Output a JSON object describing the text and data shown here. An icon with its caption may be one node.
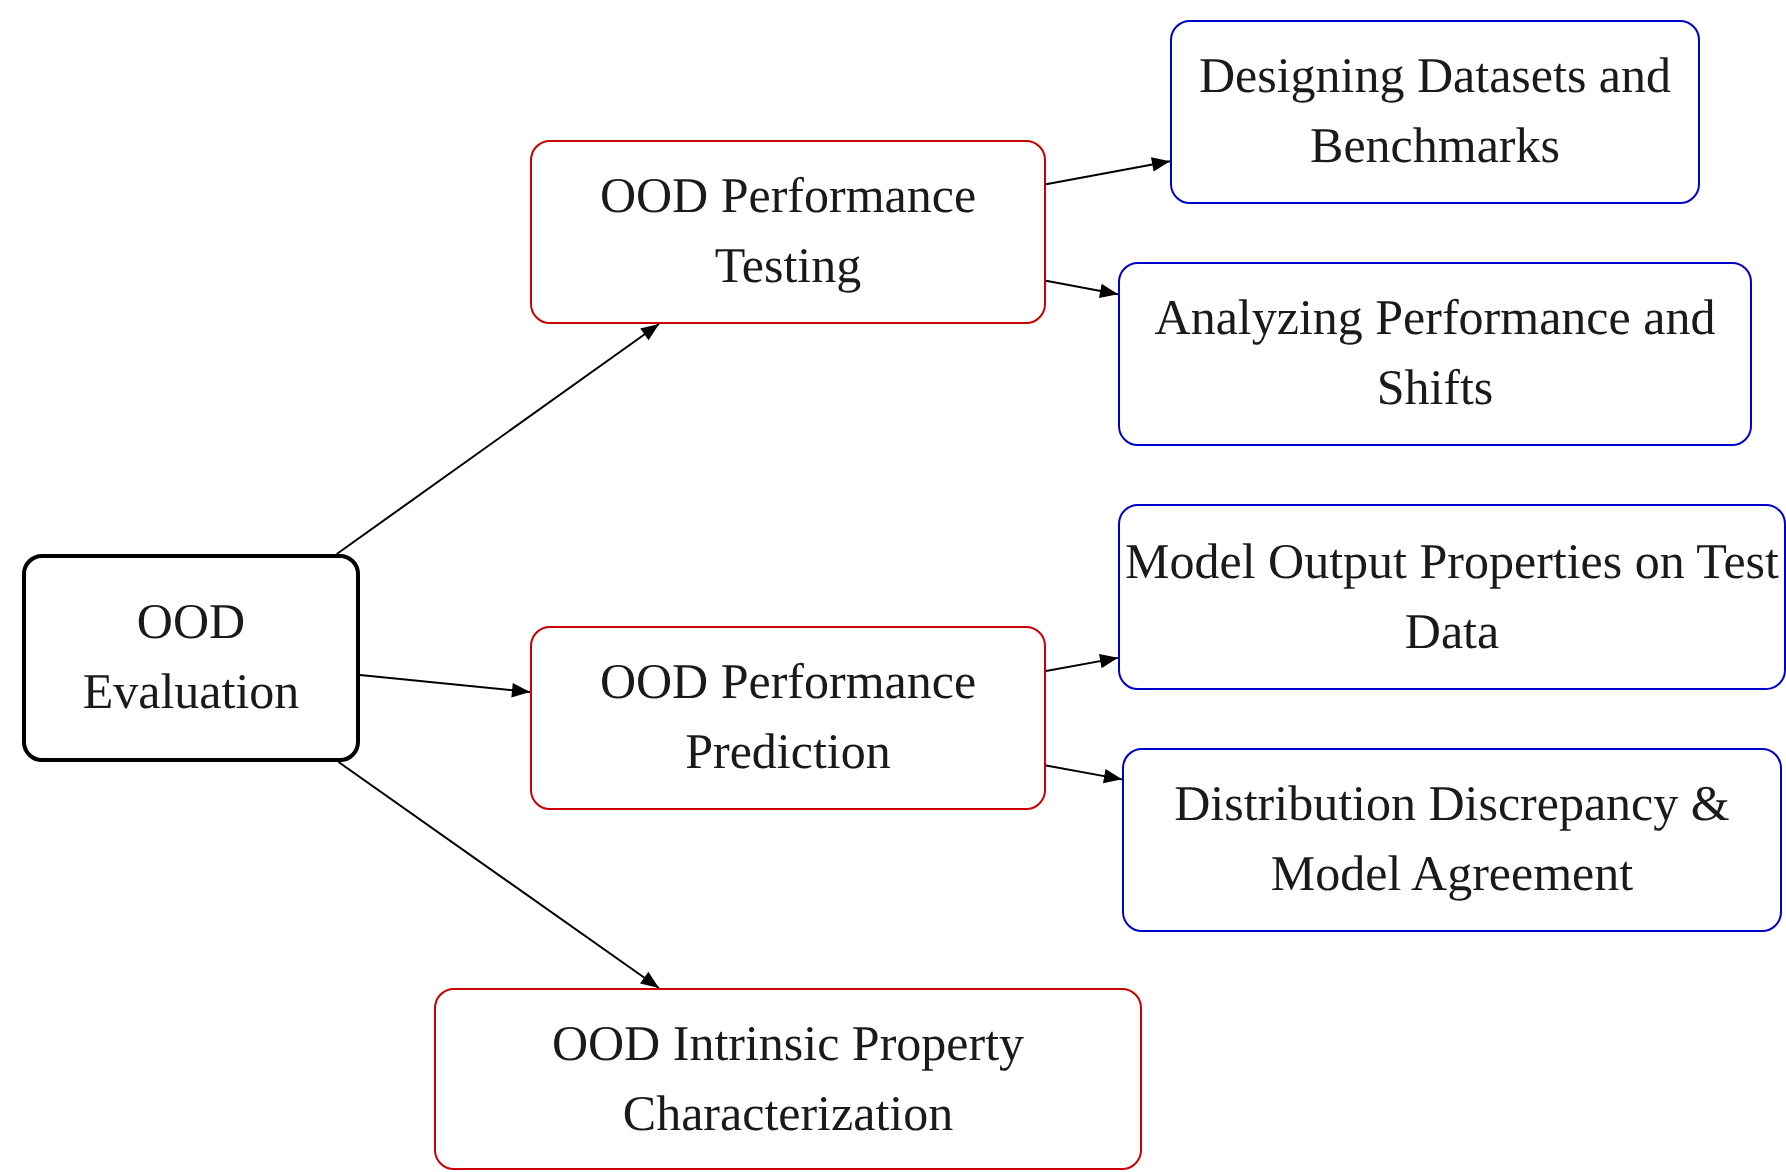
{
  "diagram": {
    "nodes": [
      {
        "text": [
          "OOD Evaluation"
        ]
      },
      {
        "text": [
          "OOD Performance Testing"
        ]
      },
      {
        "text": [
          "OOD Performance Prediction"
        ]
      },
      {
        "text": [
          "OOD Intrinsic Property Characterization"
        ]
      },
      {
        "text": [
          "Designing Datasets and Benchmarks"
        ]
      },
      {
        "text": [
          "Analyzing Performance and Shifts"
        ]
      },
      {
        "text": [
          "Model Output Properties on Test Data"
        ]
      },
      {
        "text": [
          "Distribution Discrepancy & Model Agreement"
        ]
      }
    ],
    "edges": [
      {
        "from": 0,
        "to": 1,
        "arrow": "to"
      },
      {
        "from": 0,
        "to": 2,
        "arrow": "to"
      },
      {
        "from": 0,
        "to": 3,
        "arrow": "to"
      },
      {
        "from": 1,
        "to": 4,
        "arrow": "to"
      },
      {
        "from": 1,
        "to": 5,
        "arrow": "to"
      },
      {
        "from": 2,
        "to": 6,
        "arrow": "to"
      },
      {
        "from": 2,
        "to": 7,
        "arrow": "to"
      }
    ]
  }
}
